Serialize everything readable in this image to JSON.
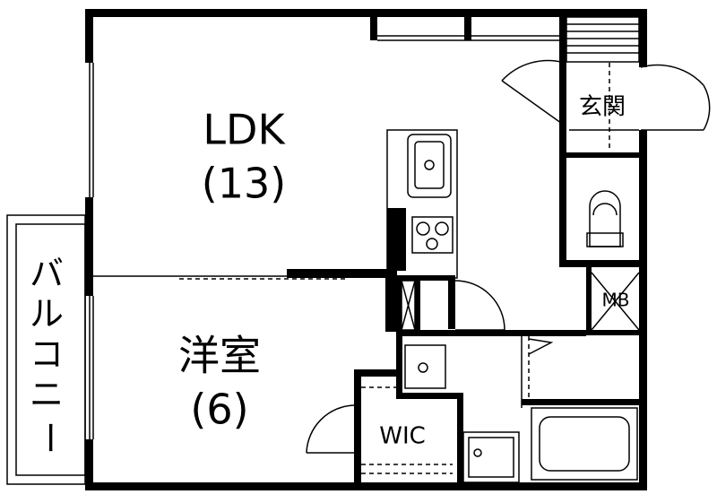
{
  "rooms": {
    "ldk": {
      "name": "LDK",
      "size": "(13)"
    },
    "western": {
      "name": "洋室",
      "size": "(6)"
    },
    "entrance": {
      "name": "玄関"
    },
    "wic": {
      "name": "WIC"
    },
    "mb": {
      "name": "MB"
    },
    "balcony": {
      "name": "バルコニー",
      "chars": [
        "バ",
        "ル",
        "コ",
        "ニ",
        "ー"
      ]
    }
  },
  "colors": {
    "wall": "#000000",
    "background": "#ffffff"
  }
}
